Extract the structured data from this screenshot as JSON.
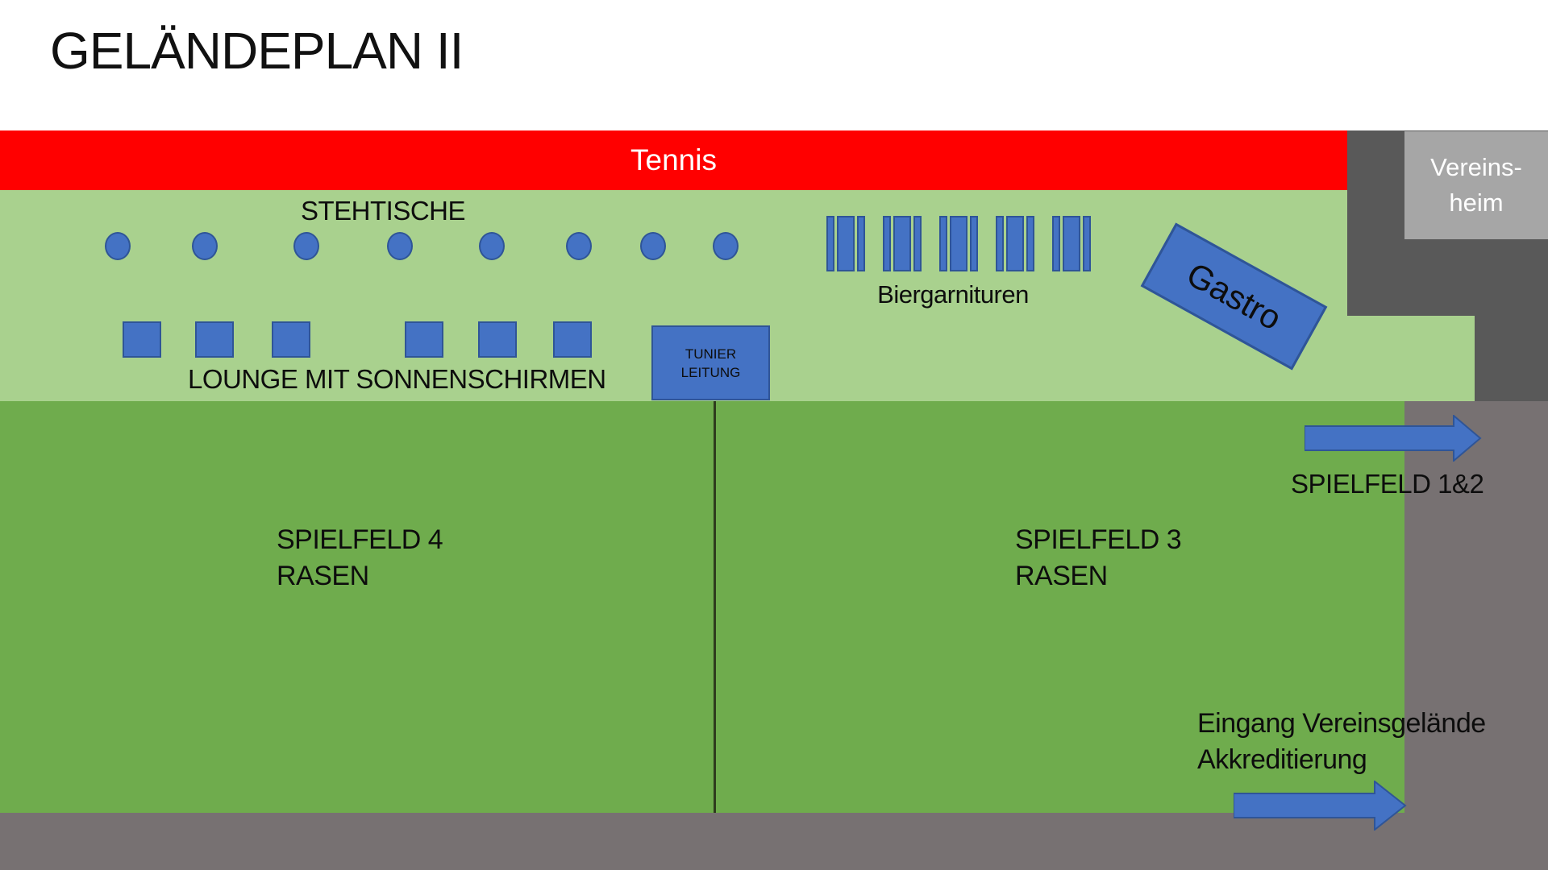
{
  "title": "GELÄNDEPLAN II",
  "tennis": {
    "label": "Tennis"
  },
  "vereinsheim": {
    "line1": "Vereins-",
    "line2": "heim"
  },
  "stehtische": {
    "label": "STEHTISCHE",
    "table_count": 8
  },
  "lounge": {
    "label": "LOUNGE MIT SONNENSCHIRMEN",
    "seat_count": 6
  },
  "turnierleitung": {
    "line1": "TUNIER",
    "line2": "LEITUNG"
  },
  "biergarnituren": {
    "label": "Biergarnituren",
    "set_count": 5
  },
  "gastro": {
    "label": "Gastro"
  },
  "spielfeld4": {
    "line1": "SPIELFELD 4",
    "line2": "RASEN"
  },
  "spielfeld3": {
    "line1": "SPIELFELD 3",
    "line2": "RASEN"
  },
  "spielfeld12": {
    "label": "SPIELFELD 1&2"
  },
  "eingang": {
    "line1": "Eingang Vereinsgelände",
    "line2": "Akkreditierung"
  },
  "colors": {
    "tennis_band": "#FF0000",
    "light_green": "#A9D18E",
    "dark_green": "#6FAC4D",
    "shape_blue": "#4472C4",
    "shape_border": "#2F5597",
    "dark_gray": "#595959",
    "building_gray": "#A6A6A6",
    "path_gray": "#777172"
  }
}
